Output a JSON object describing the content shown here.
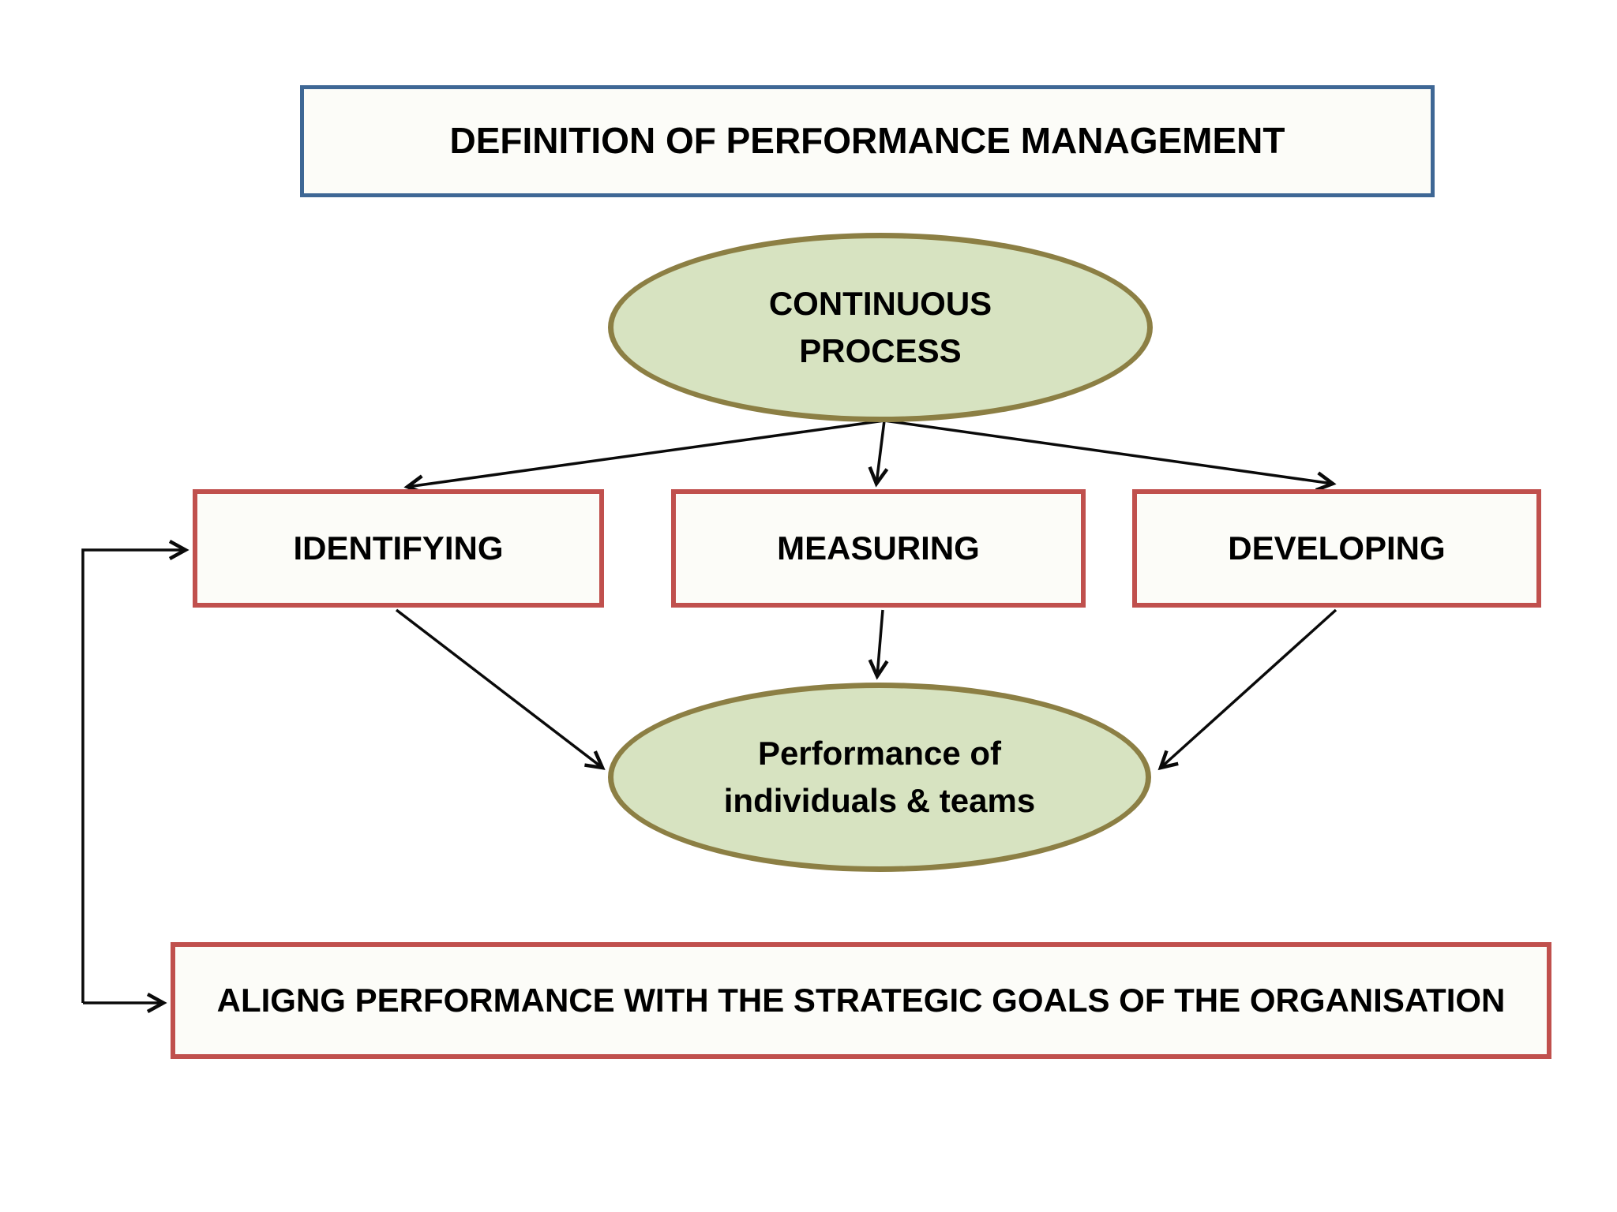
{
  "diagram": {
    "title": "DEFINITION OF PERFORMANCE MANAGEMENT",
    "nodes": {
      "continuous_process": "CONTINUOUS\nPROCESS",
      "identifying": "IDENTIFYING",
      "measuring": "MEASURING",
      "developing": "DEVELOPING",
      "performance": "Performance of\nindividuals & teams",
      "align_goals": "ALIGNG PERFORMANCE WITH THE STRATEGIC GOALS OF THE ORGANISATION"
    },
    "colors": {
      "title-border": "#3E6795",
      "process-border": "#C0504D",
      "node-fill": "#FCFCF8",
      "ellipse-fill": "#D7E3C1",
      "ellipse-border": "#8C7F44",
      "arrow-color": "#0A0A0A",
      "text-color": "#000000",
      "page-bg": "#FFFFFF"
    }
  }
}
